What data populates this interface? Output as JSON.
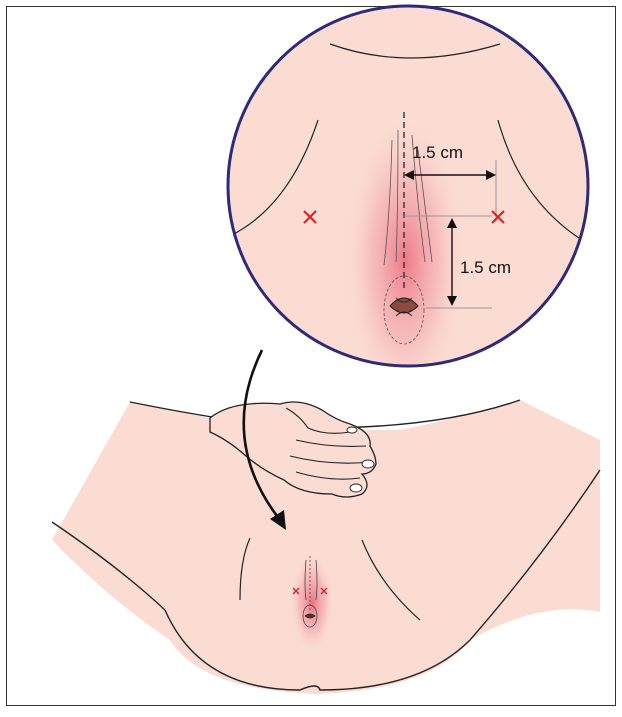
{
  "figure": {
    "measurements": {
      "horizontal_label": "1.5 cm",
      "vertical_label": "1.5 cm"
    },
    "markers": {
      "symbol": "x",
      "color": "#e02020"
    },
    "colors": {
      "skin": "#fbdcd2",
      "skin_dark": "#f5c6bb",
      "redness": "#e8586b",
      "circle_border": "#2e2a7a",
      "outline": "#222222",
      "measure_line": "#9a9a9a"
    }
  }
}
